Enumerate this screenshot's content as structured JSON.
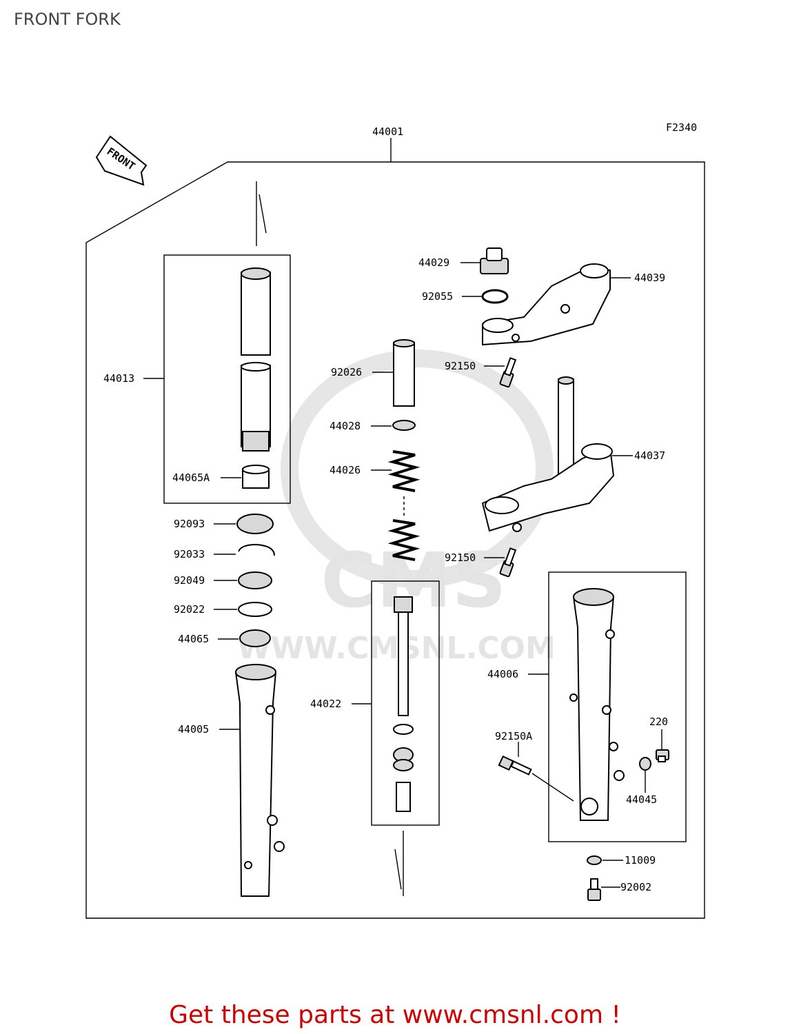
{
  "page": {
    "title": "FRONT FORK",
    "figure_code": "F2340",
    "promo": "Get these parts at www.cmsnl.com !"
  },
  "direction_label": "FRONT",
  "watermark": {
    "logo": "CMS",
    "url": "WWW.CMSNL.COM"
  },
  "parts": {
    "assembly": "44001",
    "tube_set": "44013",
    "bushing_a": "44065A",
    "dust_seal": "92093",
    "retaining_ring": "92033",
    "oil_seal": "92049",
    "washer": "92022",
    "bushing": "44065",
    "outer_tube_left": "44005",
    "spacer": "92026",
    "spring_seat": "44028",
    "spring": "44026",
    "cylinder": "44022",
    "cap": "44029",
    "o_ring": "92055",
    "upper_bracket": "44039",
    "bolt_upper": "92150",
    "stem_bracket": "44037",
    "bolt_lower": "92150",
    "outer_tube_right": "44006",
    "bolt_axle": "92150A",
    "plug": "220",
    "nut": "44045",
    "gasket": "11009",
    "drain_bolt": "92002"
  }
}
